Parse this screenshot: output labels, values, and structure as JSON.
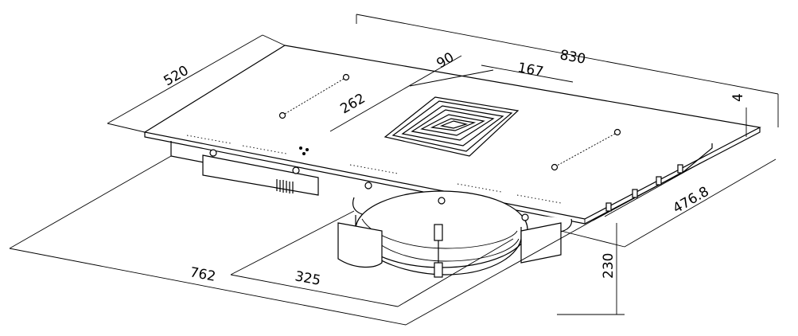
{
  "dimensions": {
    "width_total": "830",
    "depth_total": "520",
    "vent_depth": "262",
    "vent_width": "167",
    "vent_offset": "90",
    "glass_thickness": "4",
    "cutout_depth": "476.8",
    "height": "230",
    "cutout_width": "762",
    "motor_offset": "325"
  },
  "colors": {
    "line": "#000000",
    "background": "#ffffff"
  }
}
